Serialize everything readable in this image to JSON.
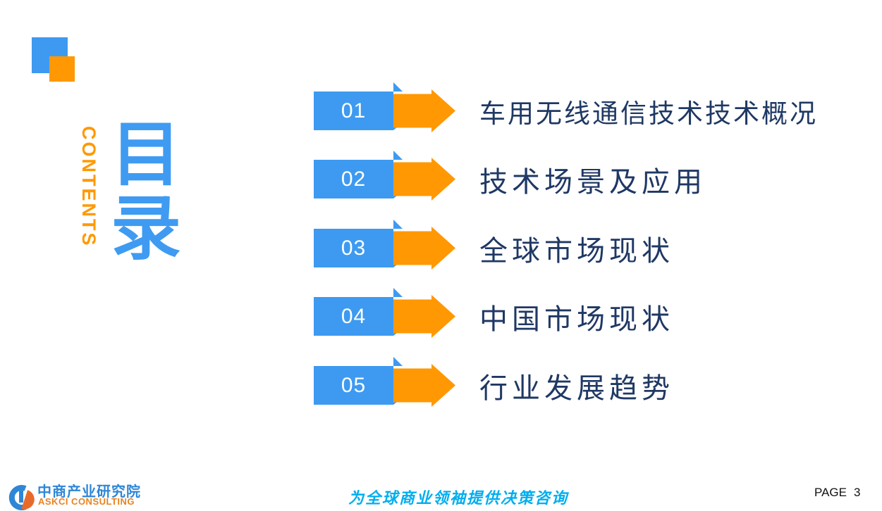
{
  "slide": {
    "vertical_title_en": "CONTENTS",
    "vertical_title_cn": "目录",
    "toc_items": [
      {
        "number": "01",
        "label": "车用无线通信技术技术概况"
      },
      {
        "number": "02",
        "label": "技术场景及应用"
      },
      {
        "number": "03",
        "label": "全球市场现状"
      },
      {
        "number": "04",
        "label": "中国市场现状"
      },
      {
        "number": "05",
        "label": "行业发展趋势"
      }
    ],
    "footer": {
      "logo_name_cn": "中商产业研究院",
      "logo_name_en": "ASKCI CONSULTING",
      "slogan": "为全球商业领袖提供决策咨询",
      "page_label": "PAGE",
      "page_number": "3"
    },
    "colors": {
      "accent_blue": "#3E9AF0",
      "accent_orange": "#FF9803",
      "title_navy": "#1F3864",
      "contents_orange": "#FF9900",
      "slogan_blue": "#00AEEF",
      "logo_blue": "#2E86D6",
      "logo_orange": "#E8821E"
    }
  }
}
